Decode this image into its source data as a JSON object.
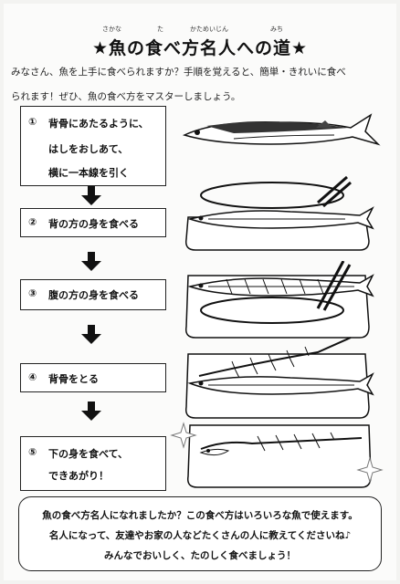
{
  "title": {
    "text": "★魚の食べ方名人への道★",
    "ruby_sakana": "さかな",
    "ruby_ta": "た",
    "ruby_katameijin": "かためいじん",
    "ruby_michi": "みち"
  },
  "intro": {
    "line1": "みなさん、魚を上手に食べられますか？手順を覚えると、簡単・きれいに食べ",
    "line2": "られます！ぜひ、魚の食べ方をマスターしましょう。"
  },
  "steps": [
    {
      "num": "①",
      "lines": [
        "背骨にあたるように、",
        "はしをおしあて、",
        "横に一本線を引く"
      ]
    },
    {
      "num": "②",
      "lines": [
        "背の方の身を食べる"
      ]
    },
    {
      "num": "③",
      "lines": [
        "腹の方の身を食べる"
      ]
    },
    {
      "num": "④",
      "lines": [
        "背骨をとる"
      ]
    },
    {
      "num": "⑤",
      "lines": [
        "下の身を食べて、",
        "できあがり！"
      ]
    }
  ],
  "footer": {
    "line1": "魚の食べ方名人になれましたか？この食べ方はいろいろな魚で使えます。",
    "line2": "名人になって、友達やお家の人などたくさんの人に教えてくださいね♪",
    "line3": "みんなでおいしく、たのしく食べましょう！"
  }
}
